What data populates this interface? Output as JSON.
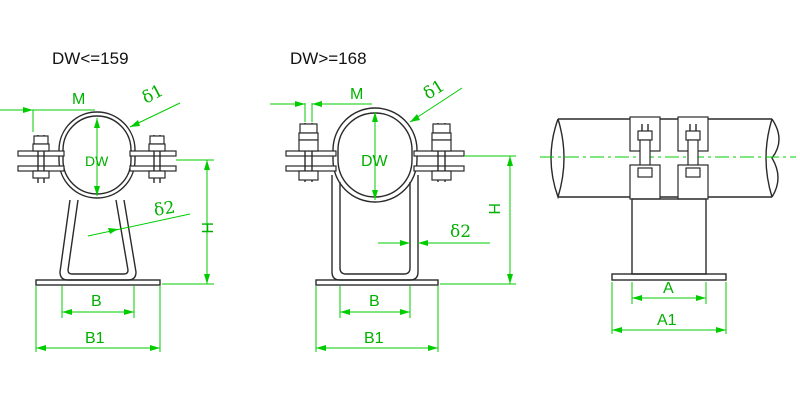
{
  "views": {
    "small": {
      "title": "DW<=159",
      "labels": {
        "m": "M",
        "dw": "DW",
        "d1": "δ1",
        "d2": "δ2",
        "h": "H",
        "b": "B",
        "b1": "B1"
      }
    },
    "large": {
      "title": "DW>=168",
      "labels": {
        "m": "M",
        "dw": "DW",
        "d1": "δ1",
        "d2": "δ2",
        "h": "H",
        "b": "B",
        "b1": "B1"
      }
    },
    "side": {
      "labels": {
        "a": "A",
        "a1": "A1"
      }
    }
  },
  "colors": {
    "outline": "#2a2a2a",
    "dimension": "#00cc00",
    "background": "#ffffff"
  }
}
